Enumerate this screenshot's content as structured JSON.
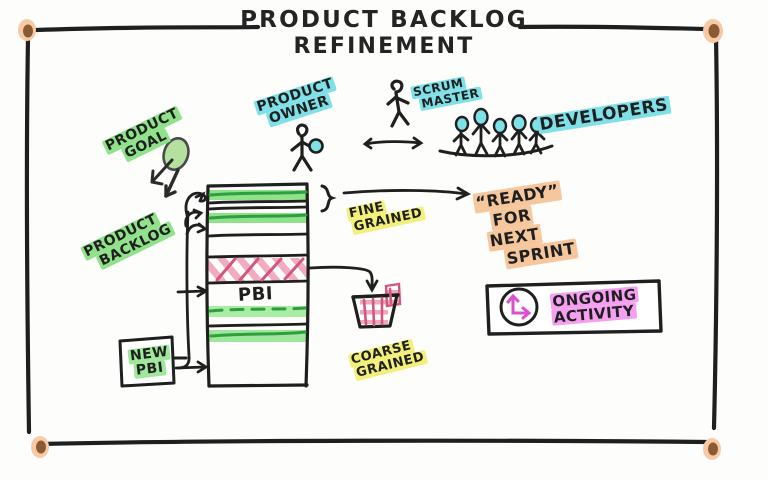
{
  "title": {
    "line1": "PRODUCT BACKLOG",
    "line2": "REFINEMENT"
  },
  "labels": {
    "product_goal": {
      "line1": "PRODUCT",
      "line2": "GOAL",
      "highlight": "#8fe18a"
    },
    "product_backlog": {
      "line1": "PRODUCT",
      "line2": "BACKLOG",
      "highlight": "#8fe18a"
    },
    "product_owner": {
      "line1": "PRODUCT",
      "line2": "OWNER",
      "highlight": "#7fe0e8"
    },
    "scrum_master": {
      "line1": "SCRUM",
      "line2": "MASTER",
      "highlight": "#7fe0e8"
    },
    "developers": {
      "line1": "DEVELOPERS",
      "highlight": "#7fe0e8"
    },
    "fine_grained": {
      "line1": "FINE",
      "line2": "GRAINED",
      "highlight": "#f2ef7a"
    },
    "coarse_grained": {
      "line1": "COARSE",
      "line2": "GRAINED",
      "highlight": "#f2ef7a"
    },
    "ready_next_sprint": {
      "line1": "“READY”",
      "line2": "FOR",
      "line3": "NEXT",
      "line4": "SPRINT",
      "highlight": "#f6c79c"
    },
    "ongoing_activity": {
      "line1": "ONGOING",
      "line2": "ACTIVITY",
      "highlight": "#f59ff0"
    },
    "new_pbi": {
      "line1": "NEW",
      "line2": "PBI",
      "highlight": "#8fe18a"
    },
    "pbi_item": {
      "text": "PBI"
    }
  },
  "colors": {
    "ink": "#1f1f1f",
    "green": "#2e9e3e",
    "green_highlight": "#8fe18a",
    "pink": "#d1577f",
    "pink_highlight": "#f0a8bd",
    "cyan": "#7fe0e8",
    "yellow": "#f2ef7a",
    "orange": "#f6c79c",
    "magenta": "#d94fd0",
    "pin_outer": "#f7c9a4",
    "pin_inner": "#8a5a33"
  },
  "backlog_stack": {
    "description": "Vertical stack of product backlog item rows",
    "rows": [
      {
        "index": 1,
        "fill": "none",
        "note": "top empty row"
      },
      {
        "index": 2,
        "fill": "green",
        "note": "refined green highlighted row"
      },
      {
        "index": 3,
        "fill": "green",
        "note": "refined green highlighted row"
      },
      {
        "index": 4,
        "fill": "none",
        "note": "empty row"
      },
      {
        "index": 5,
        "fill": "pink-hatch",
        "note": "coarse grained hatched row"
      },
      {
        "index": 6,
        "fill": "none",
        "label": "PBI"
      },
      {
        "index": 7,
        "fill": "green-dashed",
        "note": "dashed green divider"
      },
      {
        "index": 8,
        "fill": "green",
        "note": "green highlighted row"
      },
      {
        "index": 9,
        "fill": "none",
        "note": "bottom empty area"
      }
    ]
  },
  "figures": {
    "product_owner_count": 1,
    "scrum_master_count": 1,
    "developers_count": 5
  },
  "icons": {
    "ongoing_activity_icon": "cycle-arrow-icon",
    "basket": "coarse-backlog-basket"
  },
  "frame": {
    "pins": 4,
    "pin_positions": [
      "top-left",
      "top-right",
      "bottom-left",
      "bottom-right"
    ]
  }
}
